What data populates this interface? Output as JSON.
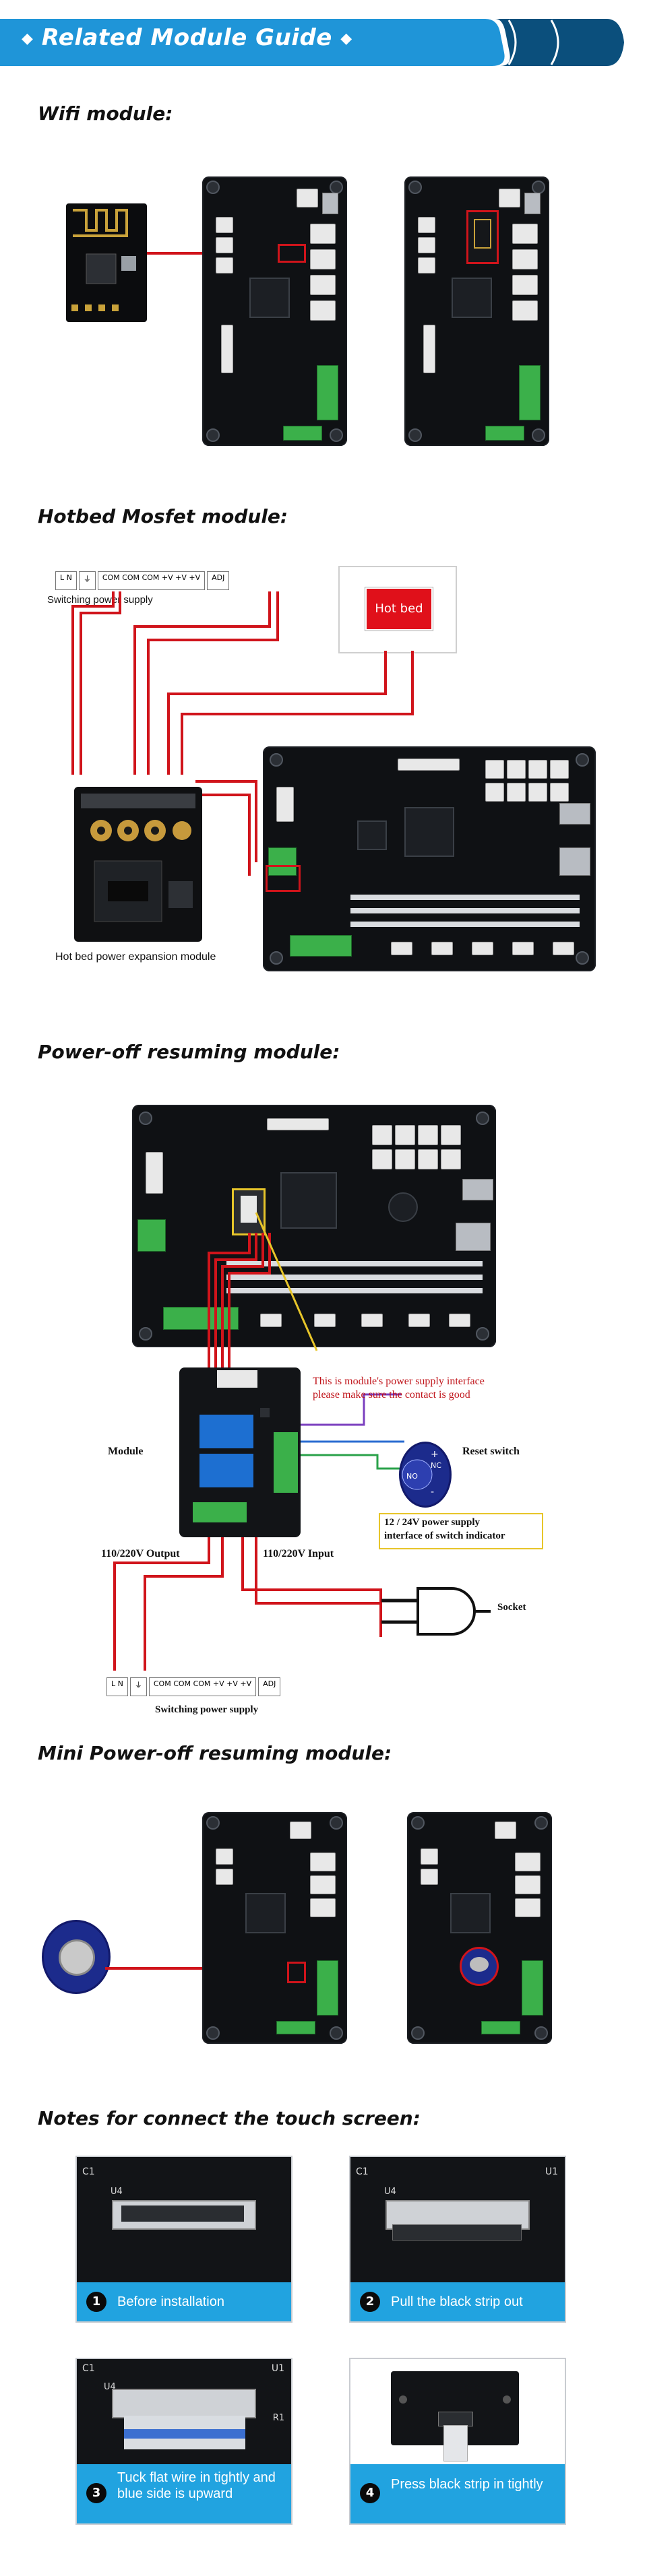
{
  "header": {
    "title": "Related Module Guide",
    "left_glyph": "◆",
    "right_glyph": "◆"
  },
  "sections": {
    "wifi": {
      "title": "Wifi module:"
    },
    "mosfet": {
      "title": "Hotbed Mosfet module:",
      "psu_caption": "Switching power supply",
      "psu_terminals": [
        "L",
        "N",
        "⏚",
        "COM",
        "COM",
        "COM",
        "+V",
        "+V",
        "+V",
        "ADJ"
      ],
      "hotbed_label": "Hot bed",
      "module_caption": "Hot bed power expansion module"
    },
    "poweroff": {
      "title": "Power-off resuming module:",
      "note_line1": "This is module's power supply interface",
      "note_line2": "please make sure the contact is good",
      "module_label": "Module",
      "reset_label": "Reset switch",
      "indicator_line1": "12 / 24V power supply",
      "indicator_line2": "interface  of  switch indicator",
      "output_label": "110/220V Output",
      "input_label": "110/220V Input",
      "socket_label": "Socket",
      "psu_caption": "Switching power supply",
      "switch_pins": [
        "+",
        "NC",
        "NO",
        "-"
      ]
    },
    "mini": {
      "title": "Mini Power-off resuming module:"
    },
    "touch": {
      "title": "Notes for connect the touch screen:",
      "steps": [
        {
          "num": "1",
          "text": "Before installation"
        },
        {
          "num": "2",
          "text": "Pull the black strip out"
        },
        {
          "num": "3",
          "text": "Tuck flat wire in tightly and blue side is upward"
        },
        {
          "num": "4",
          "text": "Press black strip in tightly"
        }
      ],
      "silk": [
        "C1",
        "U4",
        "U1",
        "R1"
      ]
    }
  },
  "colors": {
    "header_blue": "#1f95d8",
    "header_dark": "#0b4f7c",
    "wire_red": "#d0141b",
    "step_band": "#21a3e0"
  }
}
